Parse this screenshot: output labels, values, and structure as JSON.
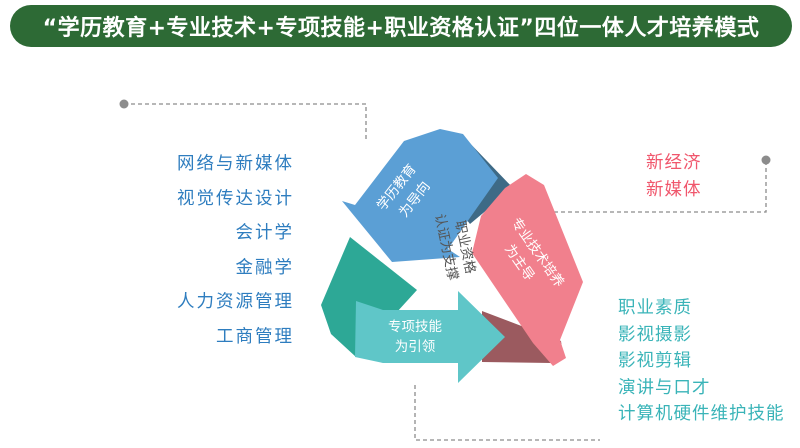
{
  "title": "“学历教育+专业技术+专项技能+职业资格认证”四位一体人才培养模式",
  "arrows": {
    "top_left": {
      "line1": "学历教育",
      "line2": "为导向"
    },
    "right": {
      "line1": "专业技术培养",
      "line2": "为主导"
    },
    "bottom": {
      "line1": "专项技能",
      "line2": "为引领"
    }
  },
  "center": {
    "line1": "职业资格",
    "line2": "认证为支撑"
  },
  "left_list": [
    "网络与新媒体",
    "视觉传达设计",
    "会计学",
    "金融学",
    "人力资源管理",
    "工商管理"
  ],
  "top_right_list": [
    "新经济",
    "新媒体"
  ],
  "bottom_right_list": [
    "职业素质",
    "影视摄影",
    "影视剪辑",
    "演讲与口才",
    "计算机硬件维护技能"
  ],
  "colors": {
    "title_bg": "#2d6a35",
    "blue": "#5b9fd5",
    "navy": "#3e6a86",
    "pink": "#f1808d",
    "maroon": "#9b5a5f",
    "cyan": "#5fc6c8",
    "teal": "#2da896",
    "left_text": "#2e7dbf",
    "top_right_text": "#f0566c",
    "bottom_right_text": "#3ab4b8",
    "connector": "#8c8c8c"
  }
}
